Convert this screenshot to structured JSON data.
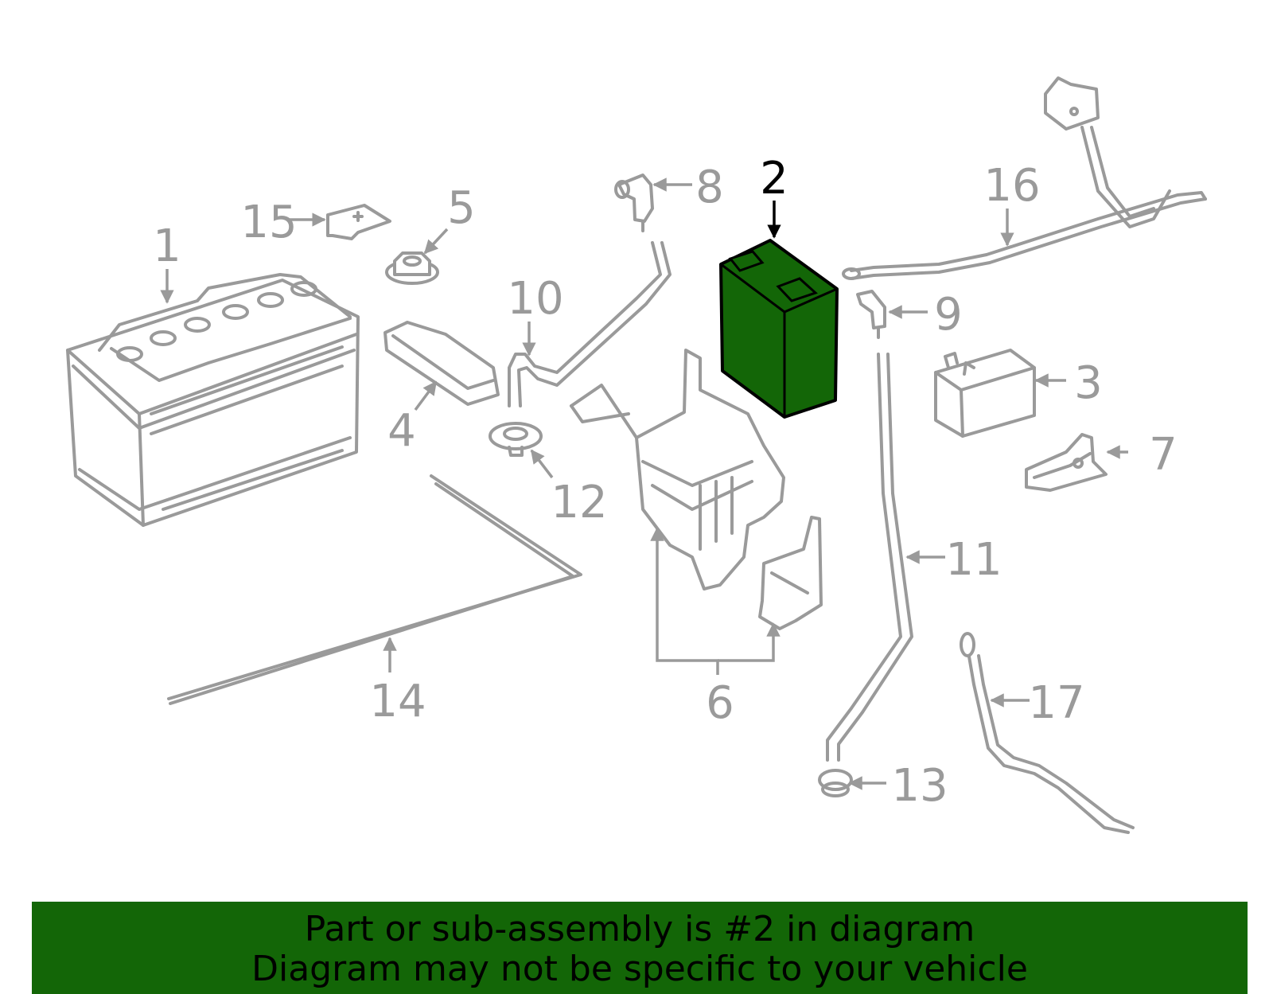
{
  "colors": {
    "part_stroke": "#9a9a9a",
    "highlight_fill": "#136607",
    "highlight_stroke": "#000000",
    "banner_bg": "#136607",
    "banner_text": "#000000"
  },
  "highlighted_part": "2",
  "callouts": [
    "1",
    "2",
    "3",
    "4",
    "5",
    "6",
    "7",
    "8",
    "9",
    "10",
    "11",
    "12",
    "13",
    "14",
    "15",
    "16",
    "17"
  ],
  "banner": {
    "line1": "Part or sub-assembly is #2 in diagram",
    "line2": "Diagram may not be specific to your vehicle"
  }
}
